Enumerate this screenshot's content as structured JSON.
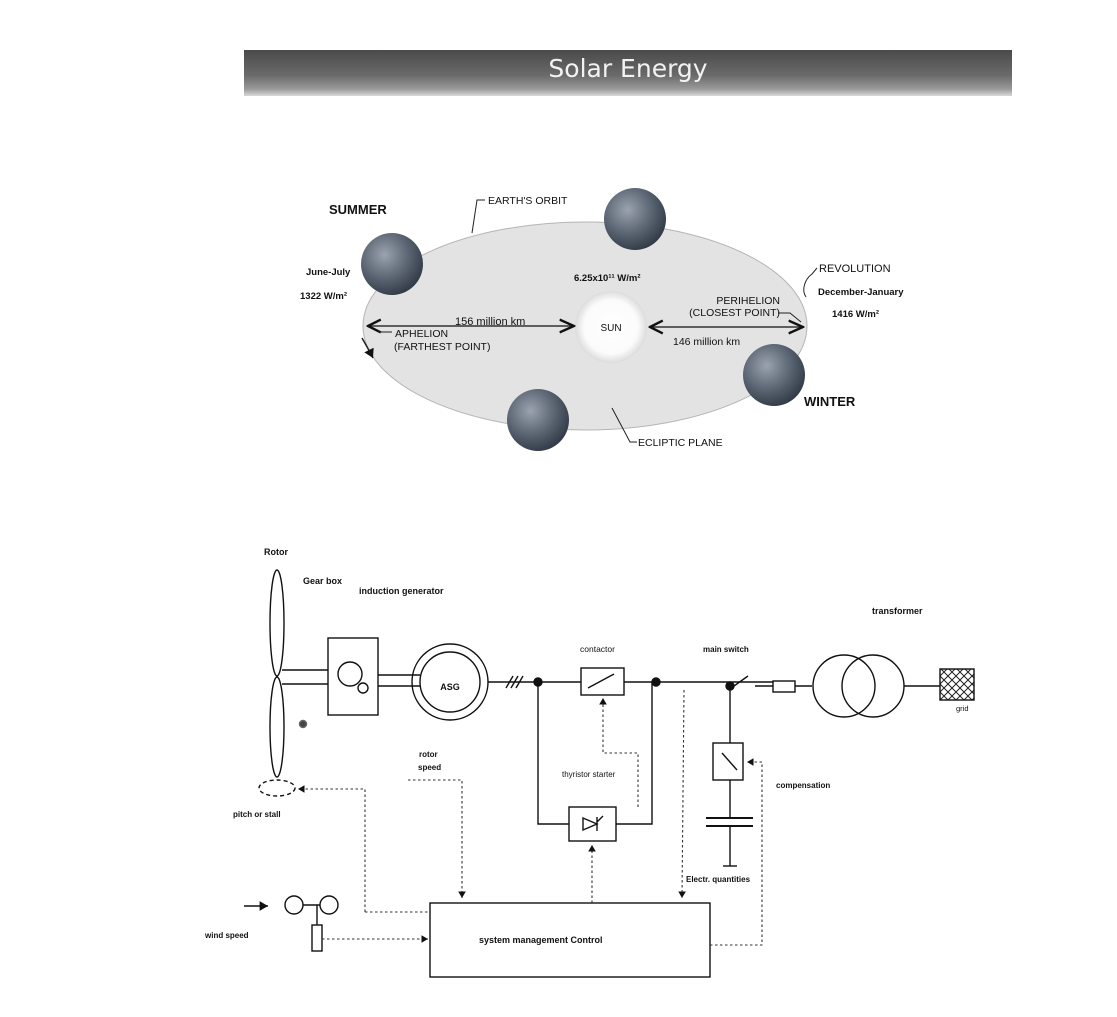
{
  "title": "Solar Energy",
  "orbit": {
    "summer": "SUMMER",
    "earths_orbit": "EARTH'S ORBIT",
    "june_july": "June-July",
    "summer_flux": "1322 W/m²",
    "sun_flux": "6.25x10¹¹ W/m²",
    "revolution": "REVOLUTION",
    "dec_jan": "December-January",
    "winter_flux": "1416 W/m²",
    "perihelion_1": "PERIHELION",
    "perihelion_2": "(CLOSEST POINT)",
    "aphelion_distance": "156 million km",
    "aphelion_1": "APHELION",
    "aphelion_2": "(FARTHEST POINT)",
    "sun": "SUN",
    "perihelion_distance": "146 million km",
    "winter": "WINTER",
    "ecliptic_plane": "ECLIPTIC PLANE"
  },
  "wind": {
    "rotor": "Rotor",
    "gear_box": "Gear box",
    "induction_generator": "induction generator",
    "transformer": "transformer",
    "contactor": "contactor",
    "main_switch": "main switch",
    "asg": "ASG",
    "grid": "grid",
    "rotor_speed_1": "rotor",
    "rotor_speed_2": "speed",
    "thyristor_starter": "thyristor starter",
    "compensation": "compensation",
    "pitch_or_stall": "pitch or stall",
    "electr_quantities": "Electr. quantities",
    "wind_speed": "wind speed",
    "system_management": "system management Control"
  },
  "colors": {
    "orbit_fill": "#e3e3e3",
    "earth_dark": "#3c4654",
    "earth_light": "#8d97a4",
    "line": "#111111"
  }
}
